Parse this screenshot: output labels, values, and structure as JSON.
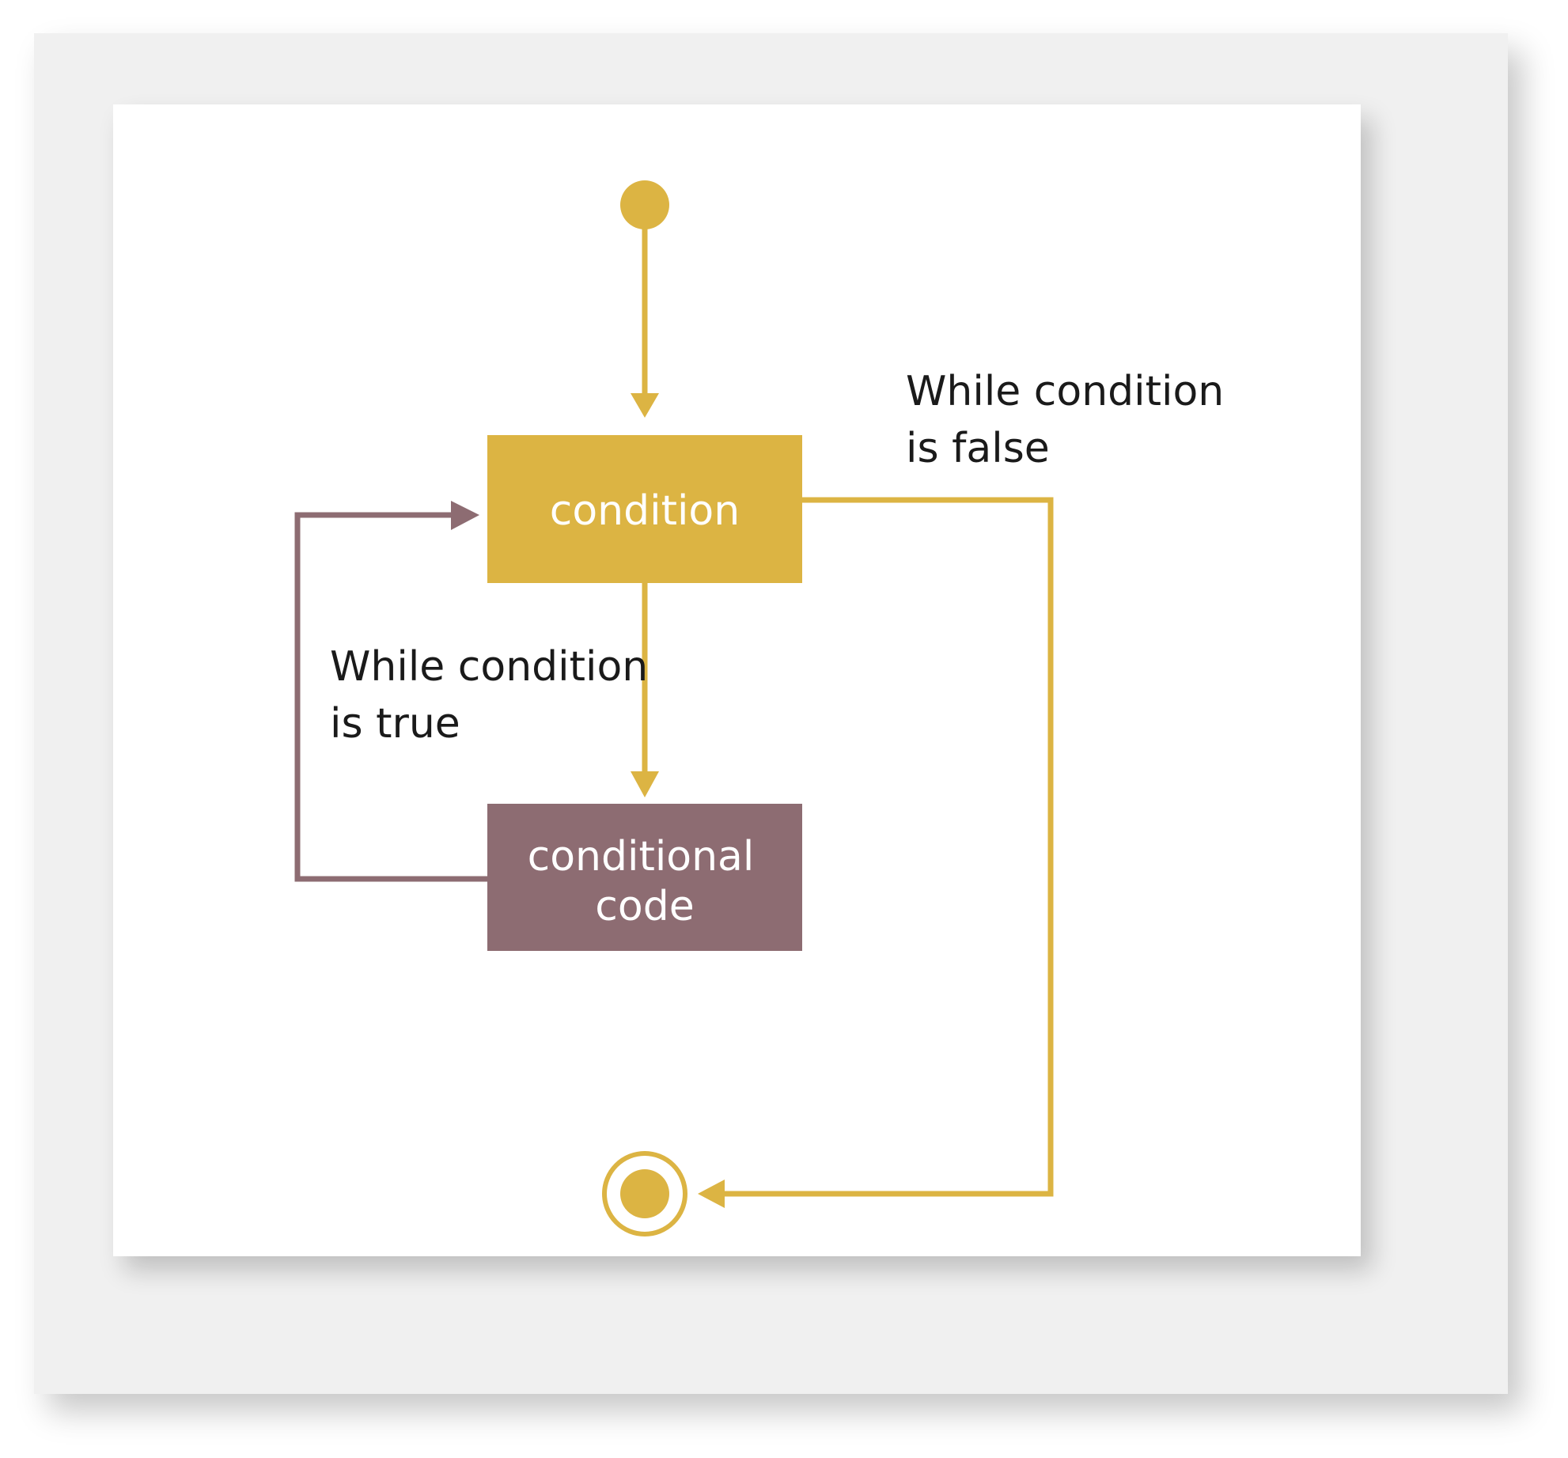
{
  "nodes": {
    "condition": {
      "label": "condition"
    },
    "conditional_code": {
      "lines": [
        "conditional",
        "code"
      ]
    }
  },
  "edge_labels": {
    "true_branch": {
      "lines": [
        "While condition",
        "is true"
      ]
    },
    "false_branch": {
      "lines": [
        "While condition",
        "is false"
      ]
    }
  },
  "colors": {
    "primary": "#dcb443",
    "secondary": "#8d6c72",
    "outer_background": "#f0f0f0",
    "inner_background": "#ffffff",
    "text": "#1a1a1a"
  }
}
